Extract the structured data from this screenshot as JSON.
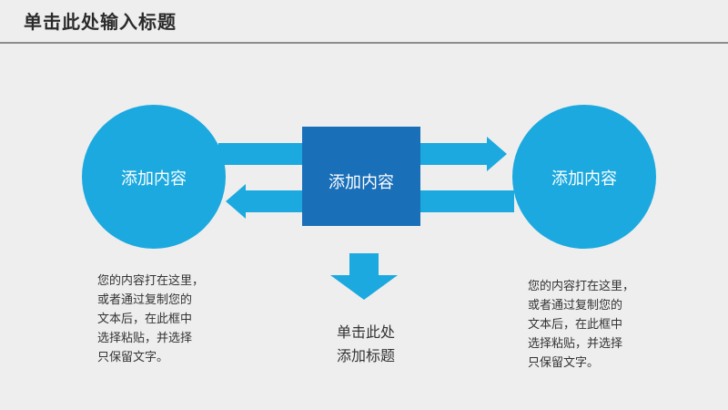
{
  "slide": {
    "title": "单击此处输入标题"
  },
  "colors": {
    "background": "#eeeeee",
    "circle": "#1ba9df",
    "arrow": "#1ba9df",
    "center_box": "#1a6fb9",
    "text_dark": "#333333"
  },
  "diagram": {
    "left_circle_label": "添加内容",
    "center_box_label": "添加内容",
    "right_circle_label": "添加内容",
    "bottom_label_line1": "单击此处",
    "bottom_label_line2": "添加标题"
  },
  "left_text": {
    "line1": "您的内容打在这里，",
    "line2": "或者通过复制您的",
    "line3": "文本后，在此框中",
    "line4": "选择粘贴，并选择",
    "line5": "只保留文字。"
  },
  "right_text": {
    "line1": "您的内容打在这里，",
    "line2": "或者通过复制您的",
    "line3": "文本后，在此框中",
    "line4": "选择粘贴，并选择",
    "line5": "只保留文字。"
  }
}
